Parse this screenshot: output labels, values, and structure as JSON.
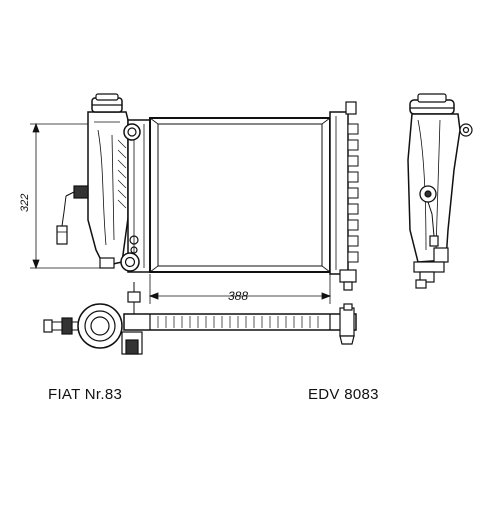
{
  "dimensions": {
    "height_label": "322",
    "width_label": "388"
  },
  "captions": {
    "left": "FIAT Nr.83",
    "right": "EDV 8083"
  },
  "colors": {
    "ink": "#111111",
    "fill_dark": "#333333",
    "fill_light": "#ffffff"
  }
}
